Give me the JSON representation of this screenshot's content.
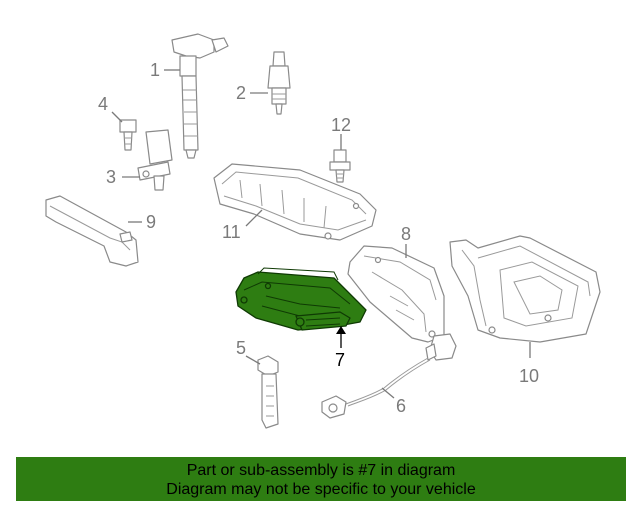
{
  "callouts": {
    "c1": "1",
    "c2": "2",
    "c3": "3",
    "c4": "4",
    "c5": "5",
    "c6": "6",
    "c7": "7",
    "c8": "8",
    "c9": "9",
    "c10": "10",
    "c11": "11",
    "c12": "12"
  },
  "highlighted_part": "7",
  "colors": {
    "highlight": "#2e7d12",
    "banner": "#2e7d12",
    "linework": "#8a8a8a"
  },
  "banner": {
    "line1": "Part or sub-assembly is #7 in diagram",
    "line2": "Diagram may not be specific to your vehicle"
  }
}
